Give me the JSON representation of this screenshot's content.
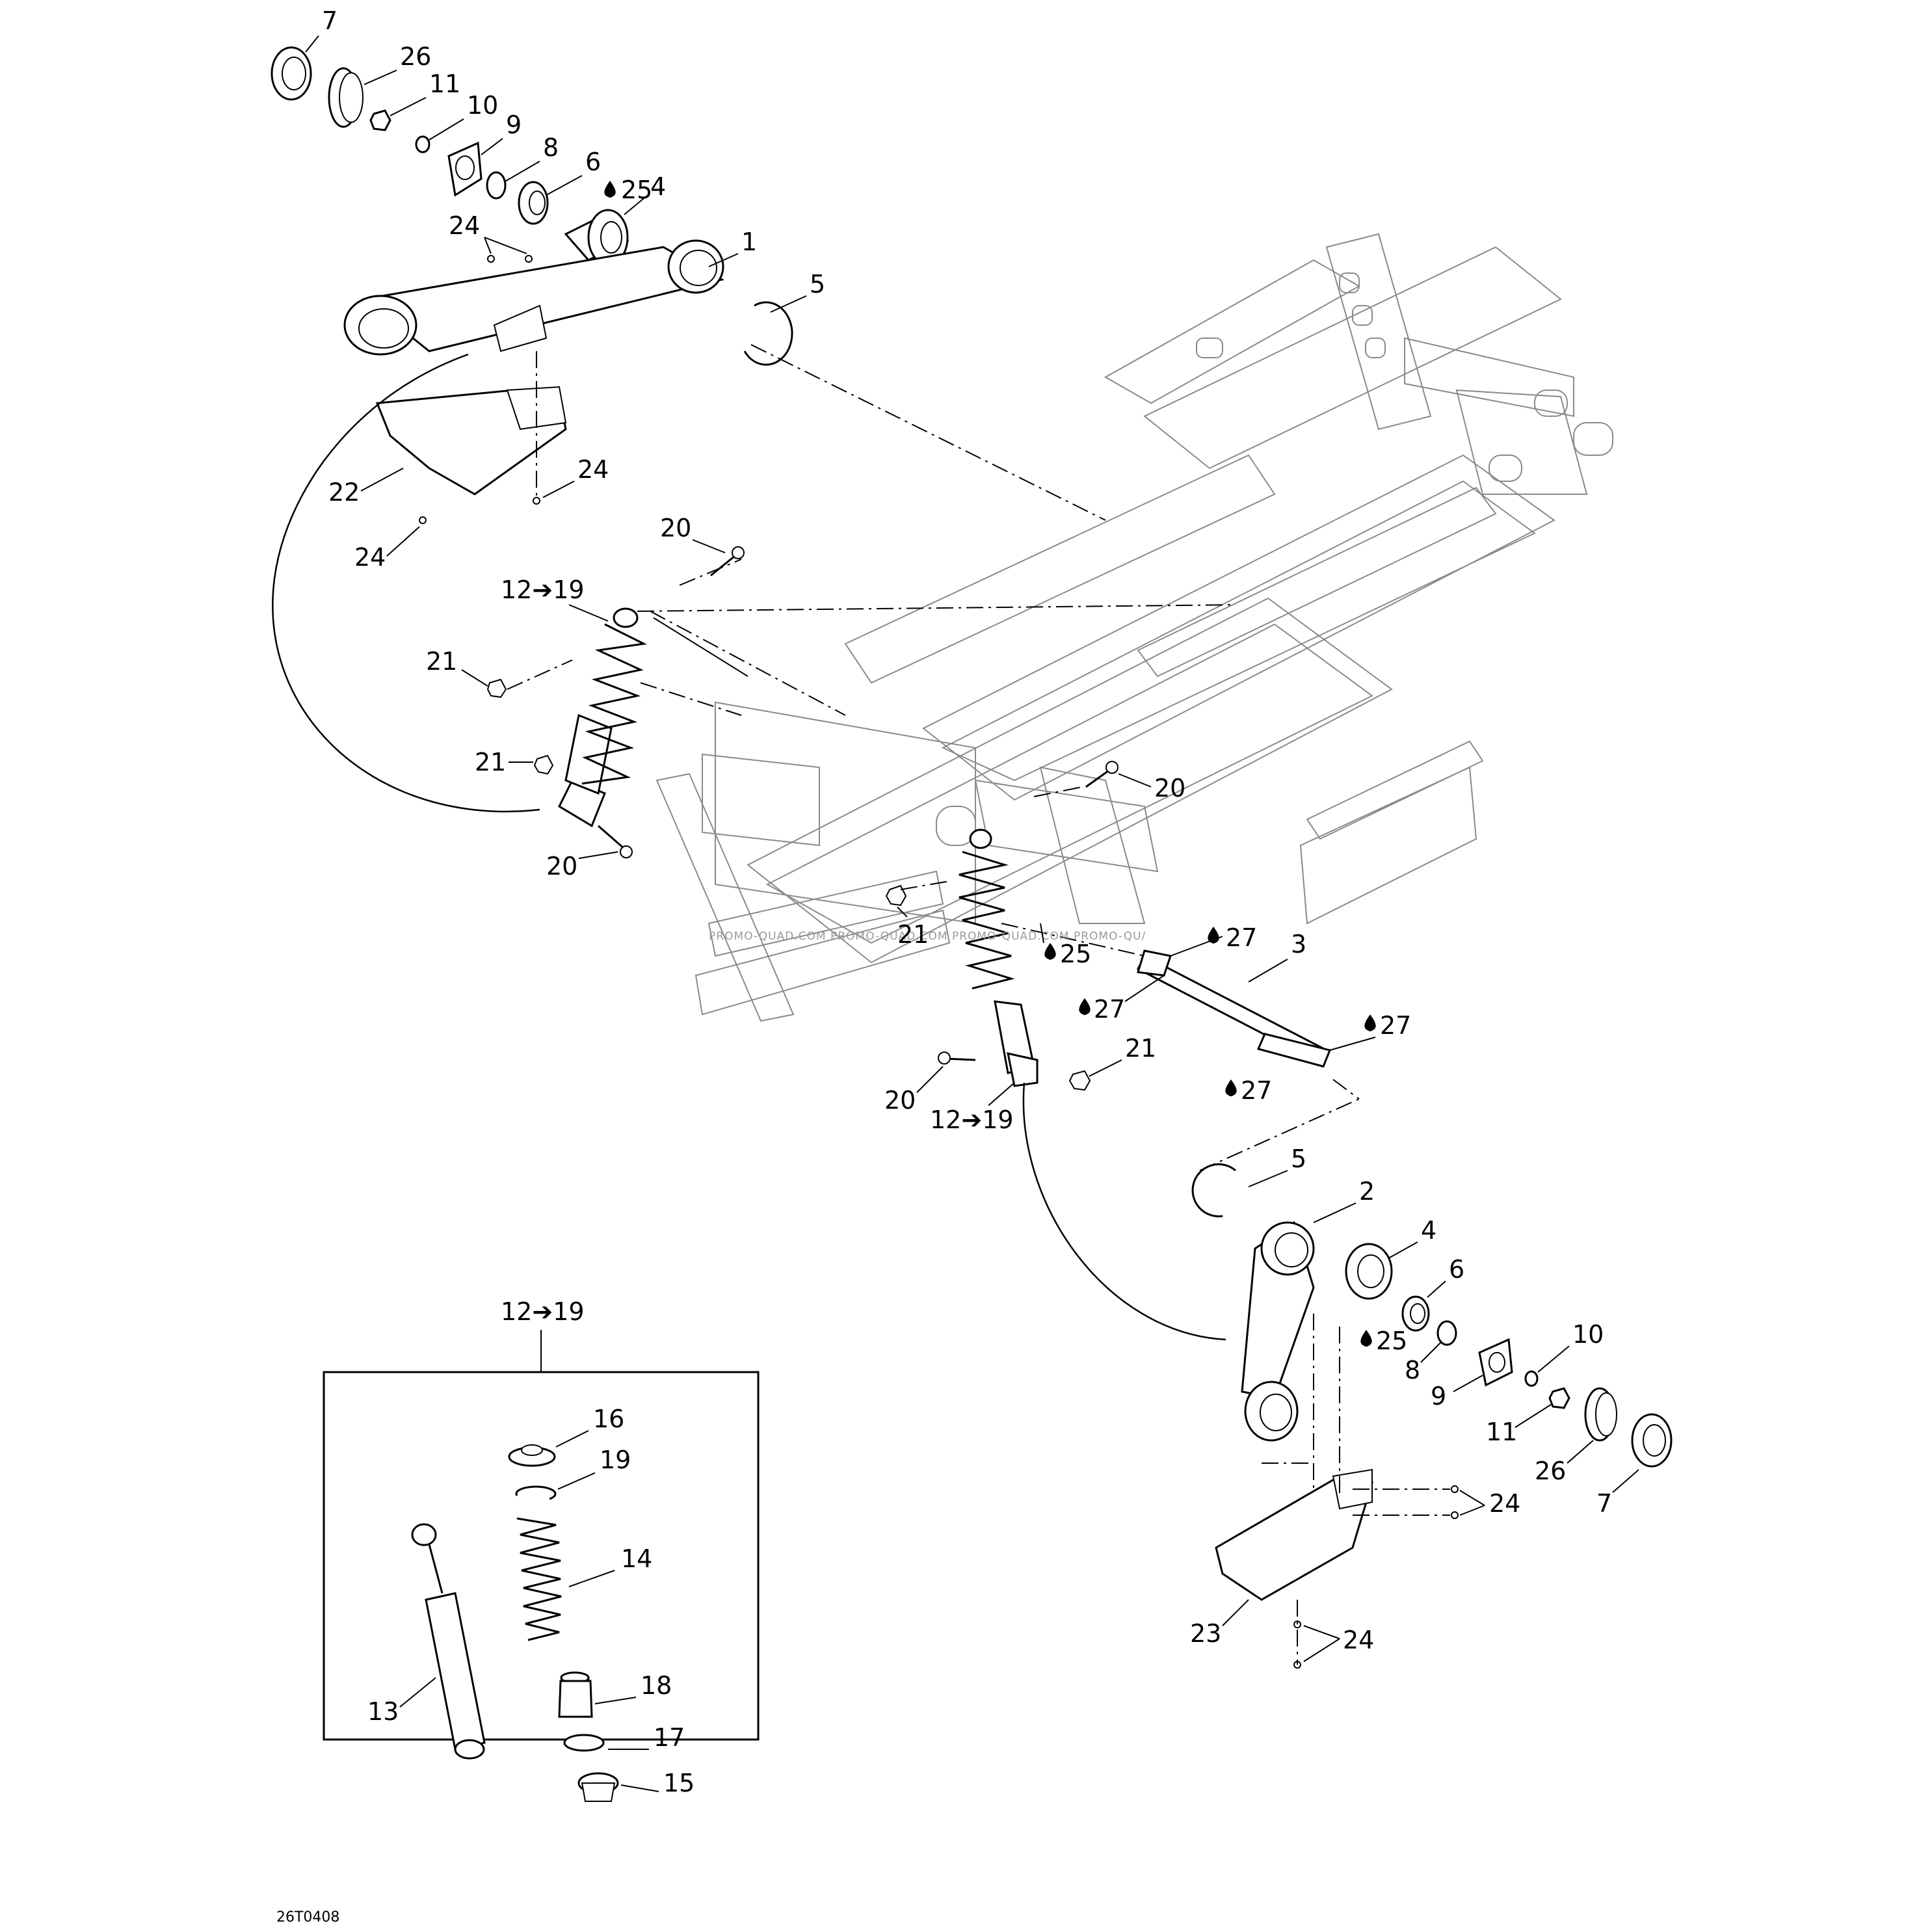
{
  "diagram": {
    "code": "26T0408",
    "watermark": "PROMO-QUAD.COM   PROMO-QUAD.COM   PROMO-QUAD.COM   PROMO-QU/",
    "kit_label": "12➔19",
    "range_symbol": "➔",
    "lube_symbol": "drop-icon",
    "callouts": {
      "c7a": "7",
      "c26a": "26",
      "c11a": "11",
      "c10a": "10",
      "c9a": "9",
      "c8a": "8",
      "c6a": "6",
      "c25a": "25",
      "c4a": "4",
      "c1": "1",
      "c24a": "24",
      "c5a": "5",
      "c22": "22",
      "c24b": "24",
      "c24c": "24",
      "c20a": "20",
      "c1219a": "12➔19",
      "c21a": "21",
      "c21b": "21",
      "c20b": "20",
      "c20c": "20",
      "c21c": "21",
      "c27a": "27",
      "c25b": "25",
      "c27b": "27",
      "c3": "3",
      "c27c": "27",
      "c27d": "27",
      "c21d": "21",
      "c20d": "20",
      "c1219b": "12➔19",
      "c5b": "5",
      "c2": "2",
      "c4b": "4",
      "c6b": "6",
      "c25c": "25",
      "c8b": "8",
      "c10b": "10",
      "c9b": "9",
      "c11b": "11",
      "c26b": "26",
      "c7b": "7",
      "c24d": "24",
      "c23": "23",
      "c24e": "24",
      "c1219c": "12➔19",
      "c16": "16",
      "c19": "19",
      "c14": "14",
      "c18": "18",
      "c13": "13",
      "c17": "17",
      "c15": "15"
    }
  }
}
